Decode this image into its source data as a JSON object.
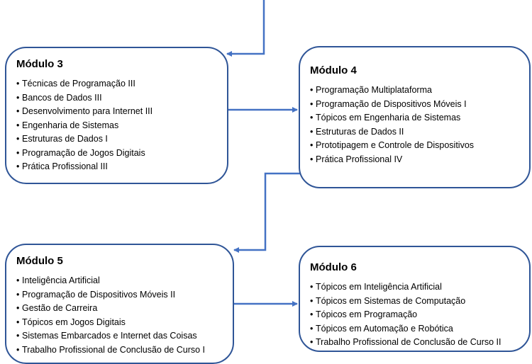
{
  "modules": {
    "m3": {
      "title": "Módulo 3",
      "items": [
        "Técnicas de Programação III",
        "Bancos de Dados III",
        "Desenvolvimento para Internet III",
        "Engenharia de Sistemas",
        "Estruturas de Dados I",
        "Programação de Jogos Digitais",
        "Prática Profissional III"
      ]
    },
    "m4": {
      "title": "Módulo 4",
      "items": [
        "Programação Multiplataforma",
        "Programação de Dispositivos Móveis I",
        "Tópicos em Engenharia de Sistemas",
        "Estruturas de Dados II",
        "Prototipagem e Controle de Dispositivos",
        "Prática Profissional IV"
      ]
    },
    "m5": {
      "title": "Módulo 5",
      "items": [
        "Inteligência Artificial",
        "Programação de Dispositivos Móveis II",
        "Gestão de Carreira",
        "Tópicos em Jogos Digitais",
        "Sistemas Embarcados e Internet das Coisas",
        "Trabalho Profissional de Conclusão de Curso I"
      ]
    },
    "m6": {
      "title": "Módulo 6",
      "items": [
        "Tópicos em Inteligência Artificial",
        "Tópicos em Sistemas de Computação",
        "Tópicos em Programação",
        "Tópicos em Automação e Robótica",
        "Trabalho Profissional de Conclusão de Curso II"
      ]
    }
  },
  "colors": {
    "border": "#2f5597",
    "connector": "#4472c4"
  },
  "bullet": "•"
}
